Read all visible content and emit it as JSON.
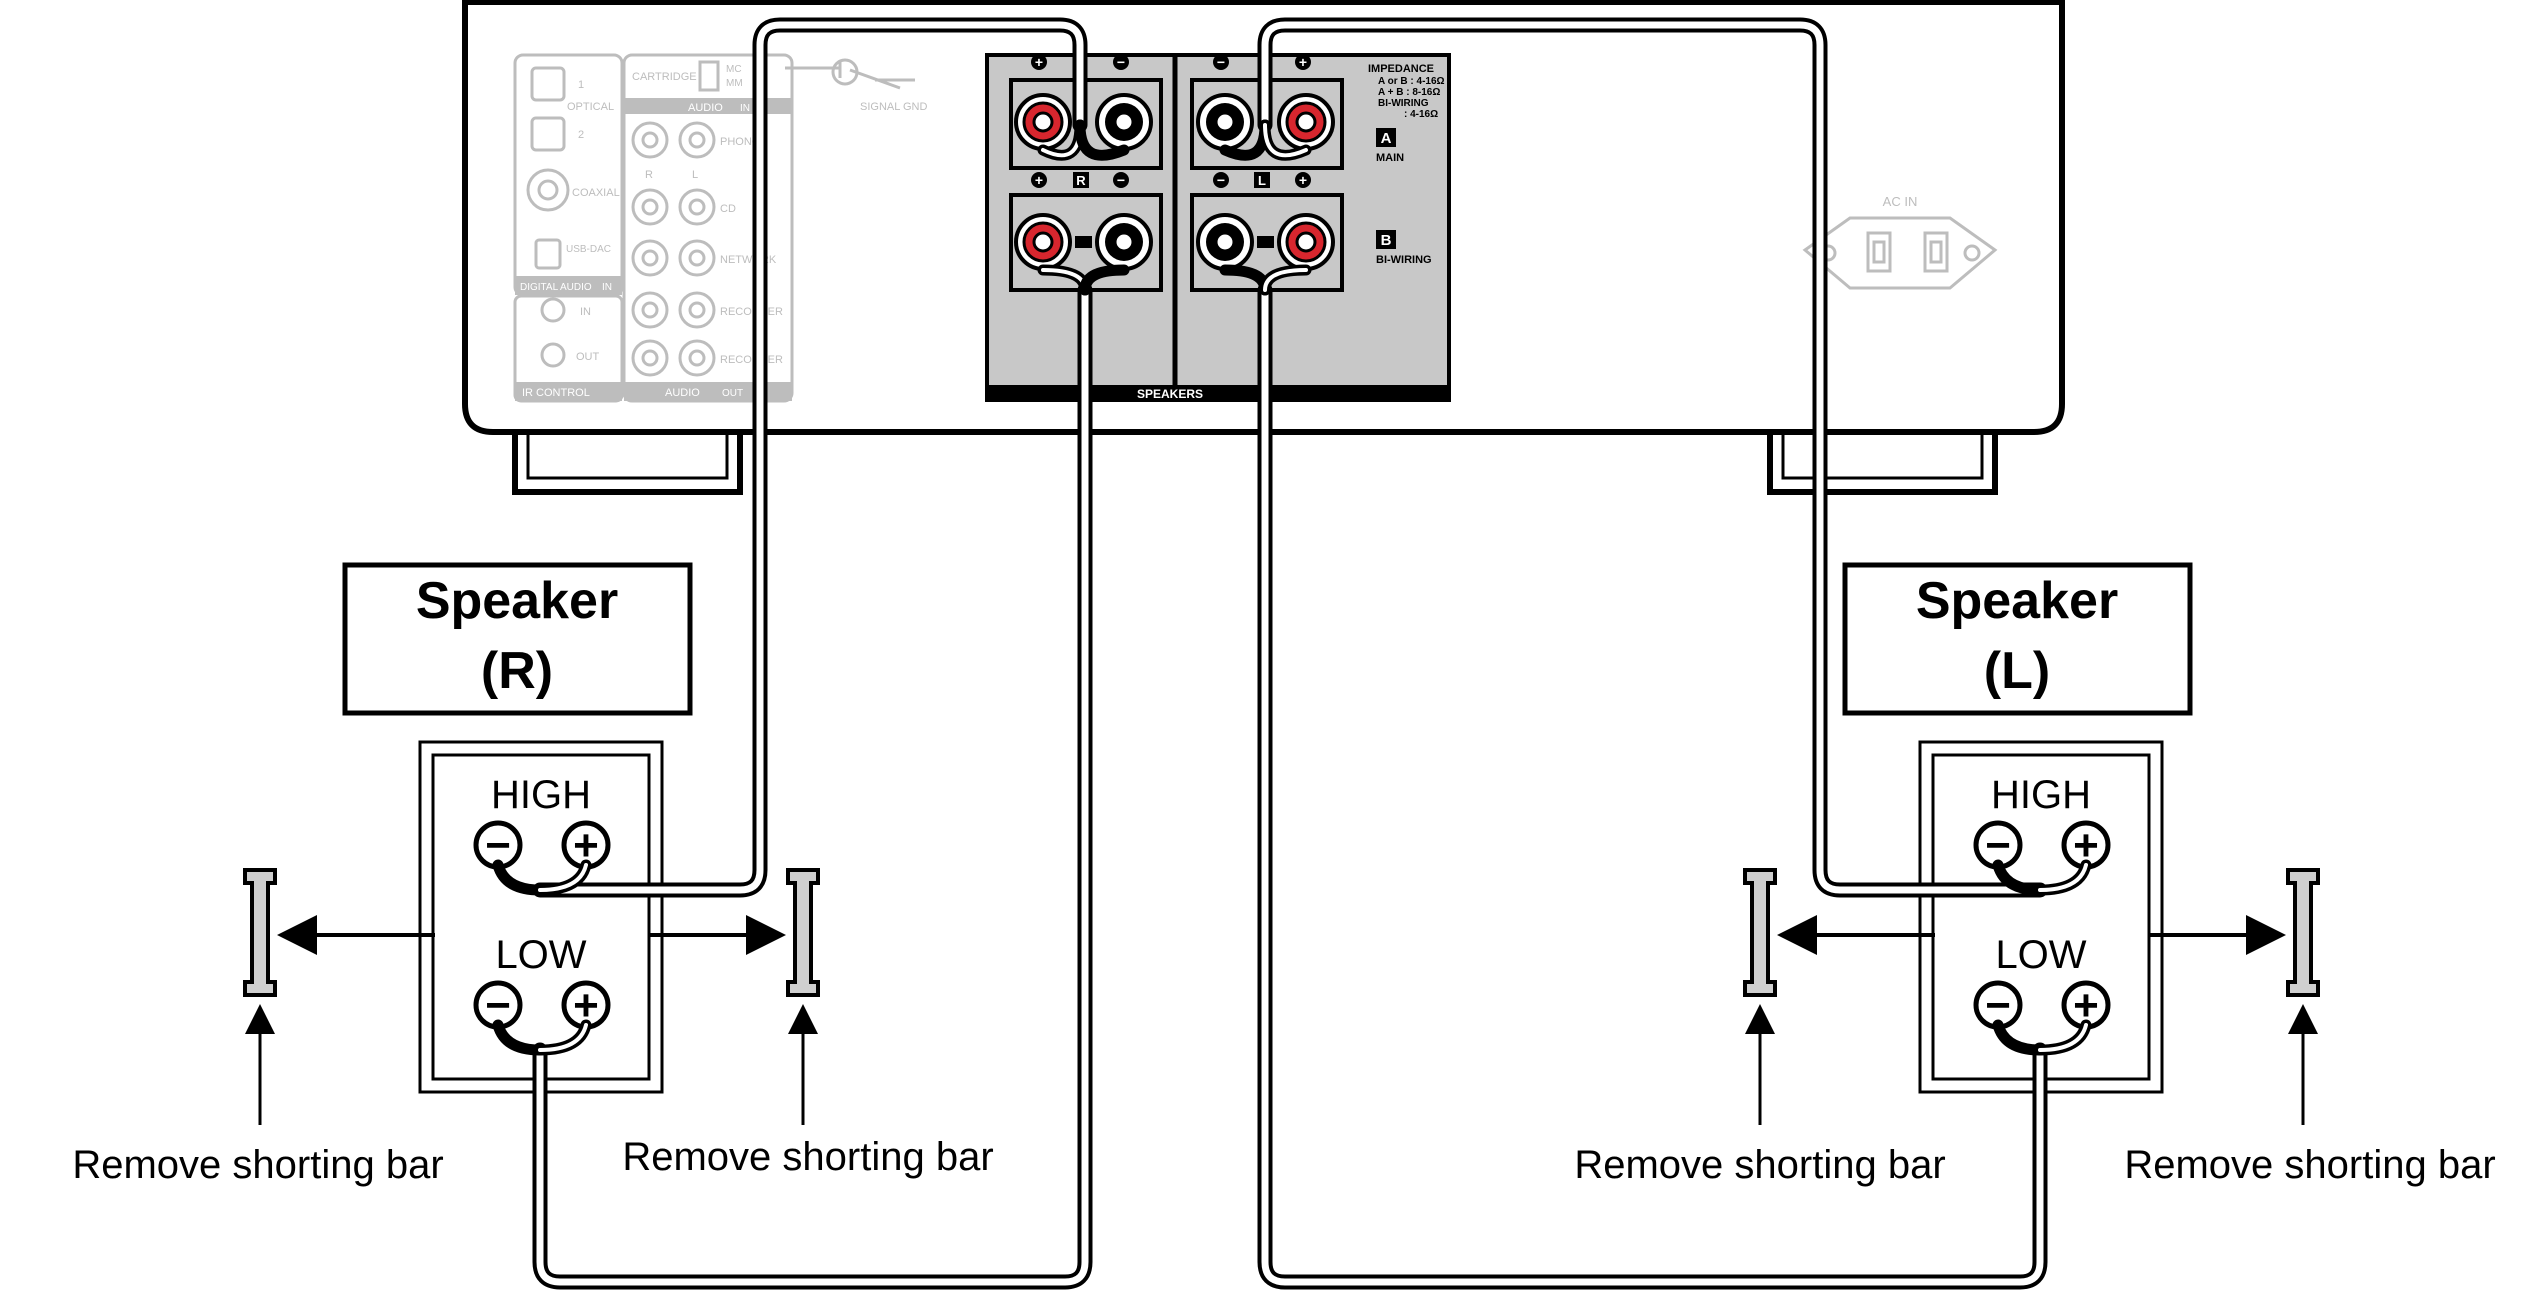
{
  "amplifier": {
    "panel_labels": {
      "optical_1": "1",
      "optical": "OPTICAL",
      "optical_2": "2",
      "coaxial": "COAXIAL",
      "usb_dac": "USB-DAC",
      "digital_audio_in": "DIGITAL AUDIO",
      "in_tag": "IN",
      "cartridge": "CARTRIDGE",
      "mc": "MC",
      "mm": "MM",
      "audio": "AUDIO",
      "audio_in_tag": "IN",
      "r": "R",
      "l": "L",
      "phono": "PHONO",
      "cd": "CD",
      "network": "NETWORK",
      "recorder": "RECORDER",
      "recorder_out": "RECORDER",
      "ir_in": "IN",
      "ir_out": "OUT",
      "ir_control": "IR CONTROL",
      "audio_out": "AUDIO",
      "audio_out_tag": "OUT",
      "signal_gnd": "SIGNAL GND",
      "ac_in": "AC IN"
    },
    "speaker_terminals": {
      "plus": "+",
      "minus": "−",
      "channel_r": "R",
      "channel_l": "L",
      "speakers": "SPEAKERS",
      "impedance_title": "IMPEDANCE",
      "impedance_line1": "A or B : 4-16Ω",
      "impedance_line2": "A + B : 8-16Ω",
      "impedance_line3": "BI-WIRING",
      "impedance_line4": ": 4-16Ω",
      "badge_a": "A",
      "main": "MAIN",
      "badge_b": "B",
      "bi_wiring": "BI-WIRING"
    }
  },
  "speakers": [
    {
      "title_line1": "Speaker",
      "title_line2": "(R)",
      "high": "HIGH",
      "low": "LOW",
      "minus": "−",
      "plus": "+",
      "remove_left": "Remove shorting bar",
      "remove_right": "Remove shorting bar"
    },
    {
      "title_line1": "Speaker",
      "title_line2": "(L)",
      "high": "HIGH",
      "low": "LOW",
      "minus": "−",
      "plus": "+",
      "remove_left": "Remove shorting bar",
      "remove_right": "Remove shorting bar"
    }
  ],
  "colors": {
    "line": "#000000",
    "panel_gray": "#c8c8c8",
    "faded": "#bdbdbd",
    "terminal_red": "#d7262e",
    "bar_gray": "#cfcfcf"
  }
}
